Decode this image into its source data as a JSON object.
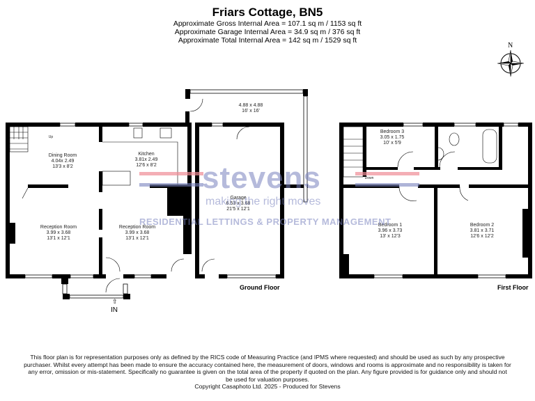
{
  "header": {
    "title": "Friars Cottage, BN5",
    "areas": [
      "Approximate Gross Internal Area = 107.1 sq m / 1153 sq ft",
      "Approximate Garage Internal Area = 34.9 sq m / 376 sq ft",
      "Approximate Total Internal Area = 142 sq m / 1529 sq ft"
    ]
  },
  "compass": {
    "label": "N"
  },
  "ground_floor": {
    "label": "Ground Floor",
    "entrance_label": "IN",
    "stairs_label": "Up",
    "rooms": [
      {
        "name": "Dining Room",
        "metric": "4.04x 2.49",
        "imperial": "13'3 x 8'2"
      },
      {
        "name": "Kitchen",
        "metric": "3.81x 2.49",
        "imperial": "12'6 x 8'2"
      },
      {
        "name": "Reception Room",
        "metric": "3.99 x 3.68",
        "imperial": "13'1 x 12'1"
      },
      {
        "name": "Reception Room",
        "metric": "3.99 x 3.68",
        "imperial": "13'1 x 12'1"
      },
      {
        "name": "Garage",
        "metric": "6.53 x 3.68",
        "imperial": "21'5 x 12'1"
      },
      {
        "name": "",
        "metric": "4.88 x 4.88",
        "imperial": "16' x 16'"
      }
    ]
  },
  "first_floor": {
    "label": "First Floor",
    "stairs_label": "Down",
    "rooms": [
      {
        "name": "Bedroom 3",
        "metric": "3.05 x 1.75",
        "imperial": "10' x 5'9"
      },
      {
        "name": "Bedroom 1",
        "metric": "3.96 x 3.73",
        "imperial": "13' x 12'3"
      },
      {
        "name": "Bedroom 2",
        "metric": "3.81 x 3.71",
        "imperial": "12'6 x 12'2"
      }
    ]
  },
  "watermark": {
    "brand": "stevens",
    "tagline": "making the right moves",
    "subline": "RESIDENTIAL LETTINGS & PROPERTY MANAGEMENT",
    "colors": {
      "blue": "#7882be",
      "red": "#f08c96"
    }
  },
  "disclaimer": {
    "lines": [
      "This floor plan is for representation purposes only as defined by the RICS code of Measuring Practice (and IPMS where requested) and should be used as such by any prospective",
      "purchaser. Whilst every attempt has been made to ensure the accuracy contained here, the measurement of doors, windows and rooms is approximate and no responsibility is taken for",
      "any error, omission or mis-statement. Specifically no guarantee is given on the total area of the property if quoted on the plan. Any figure provided is for guidance only and should not",
      "be used for valuation purposes.",
      "Copyright Casaphoto Ltd. 2025 - Produced for Stevens"
    ]
  }
}
